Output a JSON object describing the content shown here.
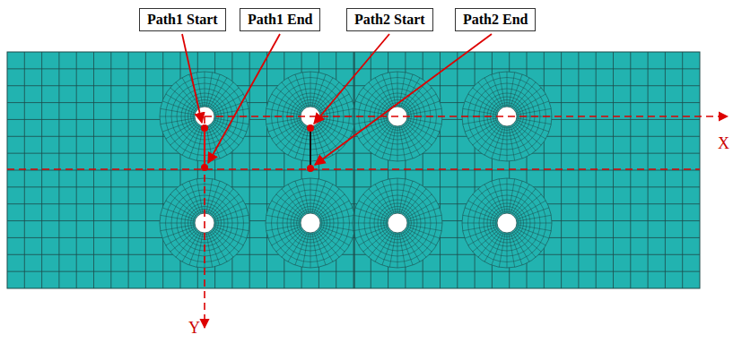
{
  "diagram": {
    "nodes": [
      {
        "text": [
          "Path1 Start"
        ]
      },
      {
        "text": [
          "Path1 End"
        ]
      },
      {
        "text": [
          "Path2 Start"
        ]
      },
      {
        "text": [
          "Path2 End"
        ]
      }
    ],
    "labels": [
      "X",
      "Y"
    ]
  }
}
